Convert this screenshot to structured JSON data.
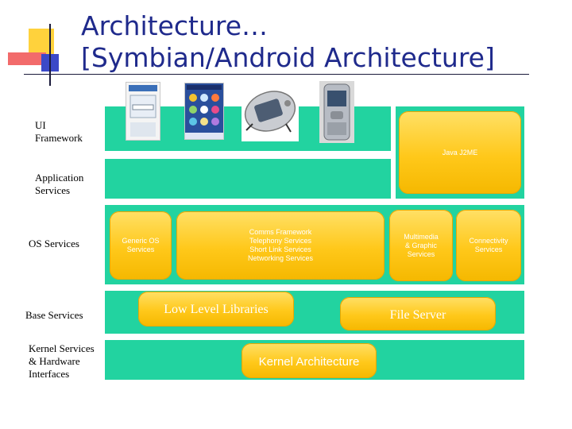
{
  "title": {
    "line1": "Architecture…",
    "line2": "[Symbian/Android Architecture]"
  },
  "layers": {
    "ui_framework": "UI\nFramework",
    "application_services": "Application\nServices",
    "os_services": "OS Services",
    "base_services": "Base Services",
    "kernel_services": "Kernel Services\n & Hardware\nInterfaces"
  },
  "boxes": {
    "java_j2me": "Java J2ME",
    "generic_os": "Generic OS\nServices",
    "comms": "Comms Framework\nTelephony Services\nShort Link Services\nNetworking Services",
    "multimedia": "Multimedia\n& Graphic\nServices",
    "connectivity": "Connectivity\nServices",
    "low_level": "Low Level Libraries",
    "file_server": "File Server",
    "kernel_arch": "Kernel Architecture"
  },
  "colors": {
    "title": "#1f2a8c",
    "band": "#22d3a0",
    "box": "#ffc81a"
  },
  "images": [
    "phone-screenshot-1",
    "phone-screenshot-2",
    "nokia-phone",
    "nokia-slider-phone"
  ]
}
